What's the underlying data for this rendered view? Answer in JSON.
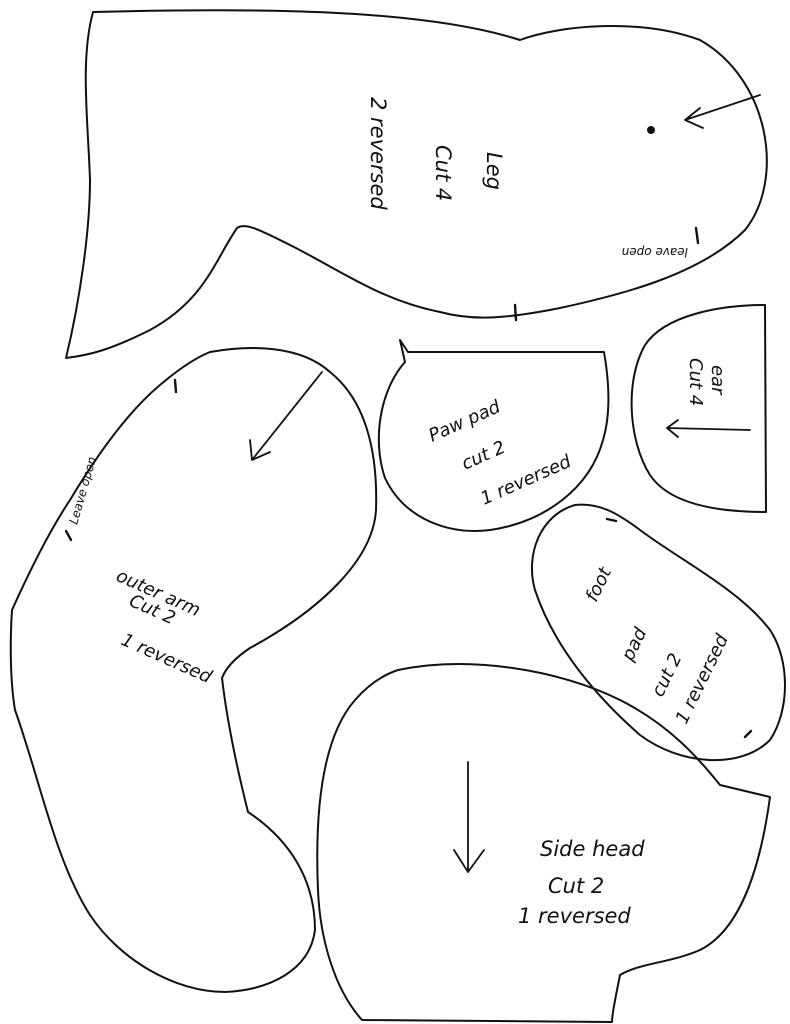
{
  "pieces": {
    "leg": {
      "name": "Leg",
      "cut": "Cut 4",
      "note": "2 reversed",
      "opening": "leave open"
    },
    "outer_arm": {
      "name": "outer arm",
      "cut": "Cut 2",
      "note": "1 reversed",
      "opening": "Leave open"
    },
    "paw_pad": {
      "name": "Paw pad",
      "cut": "cut 2",
      "note": "1 reversed"
    },
    "ear": {
      "name": "ear",
      "cut": "Cut 4"
    },
    "foot_pad": {
      "name_line1": "foot",
      "name_line2": "pad",
      "cut": "cut 2",
      "note": "1 reversed"
    },
    "side_head": {
      "name": "Side head",
      "cut": "Cut 2",
      "note": "1 reversed"
    }
  }
}
